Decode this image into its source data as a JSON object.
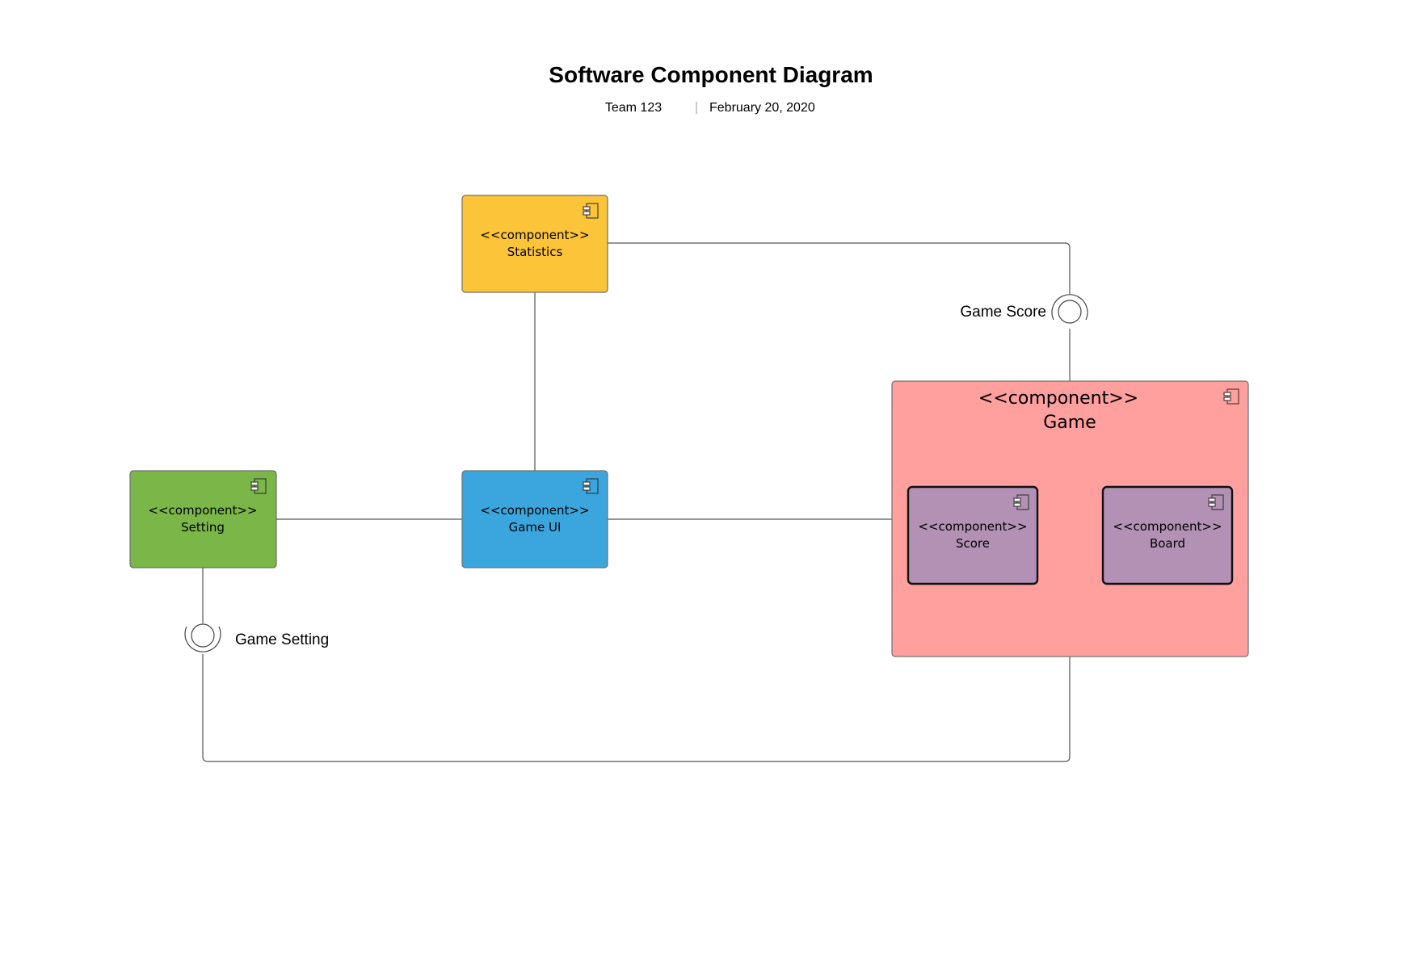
{
  "header": {
    "title": "Software Component Diagram",
    "team": "Team 123",
    "separator": "|",
    "date": "February 20, 2020"
  },
  "components": {
    "statistics": {
      "stereotype": "<<component>>",
      "name": "Statistics",
      "color": "#FCC438"
    },
    "game_ui": {
      "stereotype": "<<component>>",
      "name": "Game UI",
      "color": "#3AA6DD"
    },
    "setting": {
      "stereotype": "<<component>>",
      "name": "Setting",
      "color": "#7AB648"
    },
    "game": {
      "stereotype": "<<component>>",
      "name": "Game",
      "color": "#FF9F9E"
    },
    "score": {
      "stereotype": "<<component>>",
      "name": "Score",
      "color": "#B391B5"
    },
    "board": {
      "stereotype": "<<component>>",
      "name": "Board",
      "color": "#B391B5"
    }
  },
  "interfaces": {
    "game_score": {
      "label": "Game Score"
    },
    "game_setting": {
      "label": "Game Setting"
    }
  },
  "icons": {
    "component": "component-icon"
  }
}
